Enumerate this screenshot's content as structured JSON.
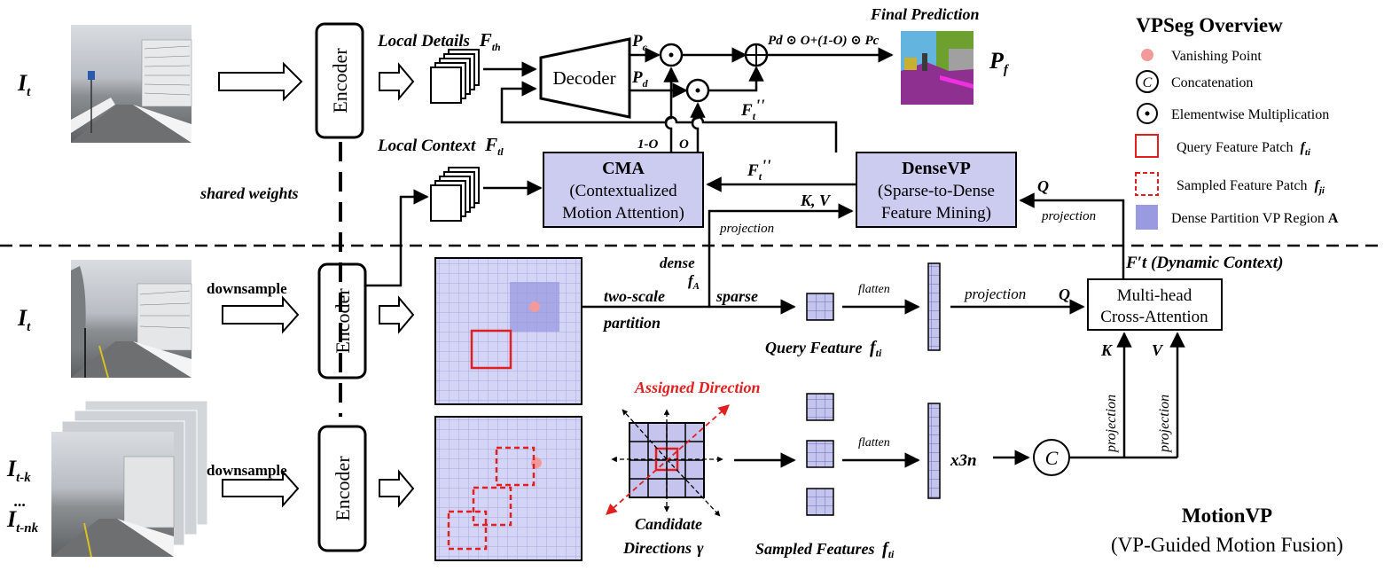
{
  "inputs": {
    "it_top": "I",
    "it_top_sub": "t",
    "it_mid": "I",
    "it_mid_sub": "t",
    "itk": "I",
    "itk_sub": "t-k",
    "dots": "...",
    "itnk": "I",
    "itnk_sub": "t-nk"
  },
  "encoders": {
    "label": "Encoder"
  },
  "labels": {
    "shared_weights": "shared weights",
    "downsample": "downsample",
    "local_details": "Local Details",
    "f_th": "F",
    "f_th_sub": "th",
    "local_context": "Local Context",
    "f_tl": "F",
    "f_tl_sub": "tl",
    "decoder": "Decoder",
    "pc": "P",
    "pc_sub": "c",
    "pd": "P",
    "pd_sub": "d",
    "final_prediction": "Final Prediction",
    "fusion_formula": "P",
    "fusion_formula_rest": "d ⊙ O+(1-O) ⊙ P",
    "fusion_formula_end": "c",
    "pf": "P",
    "pf_sub": "f",
    "one_minus_o": "1-O",
    "o": "O",
    "ft_dd": "F",
    "ft_dd_sub": "t",
    "ft_dd_sup": "''",
    "kv": "K, V",
    "q": "Q",
    "projection": "projection",
    "dense": "dense",
    "fA": "f",
    "fA_sub": "A",
    "two_scale": "two-scale",
    "partition": "partition",
    "sparse": "sparse",
    "flatten": "flatten",
    "query_feature": "Query Feature",
    "query_feature_sym": "f",
    "query_feature_sub": "ti",
    "assigned_direction": "Assigned Direction",
    "candidate": "Candidate",
    "directions": "Directions",
    "gamma": "γ",
    "sampled_features": "Sampled Features",
    "sampled_sym": "f",
    "sampled_sub": "ti",
    "x3n": "x3n",
    "dynamic_context": "F′t (Dynamic Context)",
    "mhca_1": "Multi-head",
    "mhca_2": "Cross-Attention",
    "k": "K",
    "v": "V",
    "concat": "C",
    "motionvp_title": "MotionVP",
    "motionvp_sub": "(VP-Guided Motion Fusion)"
  },
  "cma": {
    "title": "CMA",
    "line1": "(Contextualized",
    "line2": "Motion Attention)"
  },
  "densevp": {
    "title": "DenseVP",
    "line1": "(Sparse-to-Dense",
    "line2": "Feature Mining)"
  },
  "legend": {
    "title": "VPSeg Overview",
    "items": [
      {
        "icon": "vanishing-point",
        "label": "Vanishing Point"
      },
      {
        "icon": "concatenation",
        "label": "Concatenation"
      },
      {
        "icon": "elementwise",
        "label": "Elementwise Multiplication"
      },
      {
        "icon": "query-patch",
        "label": "Query Feature Patch",
        "sym": "f",
        "sub": "ti"
      },
      {
        "icon": "sampled-patch",
        "label": "Sampled Feature Patch",
        "sym": "f",
        "sub": "ji"
      },
      {
        "icon": "dense-region",
        "label": "Dense Partition VP Region",
        "bold": "A"
      }
    ]
  },
  "colors": {
    "box_fill": "#ccccf0",
    "grid_fill": "#d4d4f6",
    "grid_line": "#a8a8e0",
    "dense_region": "#9a9ae0",
    "red": "#e02020",
    "vp_dot": "#f29a9a"
  }
}
